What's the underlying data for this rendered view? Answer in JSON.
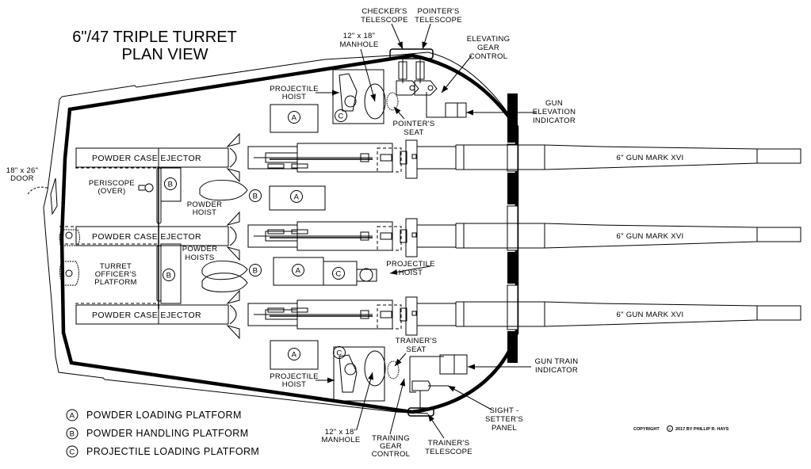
{
  "title": {
    "line1": "6\"/47 TRIPLE TURRET",
    "line2": "PLAN VIEW"
  },
  "colors": {
    "ink": "#000000",
    "background": "#ffffff"
  },
  "guns": [
    {
      "label": "6\" GUN MARK XVI"
    },
    {
      "label": "6\" GUN MARK XVI"
    },
    {
      "label": "6\" GUN MARK XVI"
    }
  ],
  "ejectors": [
    {
      "label": "POWDER CASE EJECTOR"
    },
    {
      "label": "POWDER CASE EJECTOR"
    },
    {
      "label": "POWDER CASE EJECTOR"
    }
  ],
  "callouts": {
    "checkers_telescope": [
      "CHECKER'S",
      "TELESCOPE"
    ],
    "pointers_telescope": [
      "POINTER'S",
      "TELESCOPE"
    ],
    "manhole_top": [
      "12\" x 18\"",
      "MANHOLE"
    ],
    "elevating_gear_control": [
      "ELEVATING",
      "GEAR",
      "CONTROL"
    ],
    "projectile_hoist_top": [
      "PROJECTILE",
      "HOIST"
    ],
    "gun_elevation_indicator": [
      "GUN",
      "ELEVATION",
      "INDICATOR"
    ],
    "pointers_seat": [
      "POINTER'S",
      "SEAT"
    ],
    "door": [
      "18\" x 26\"",
      "DOOR"
    ],
    "periscope": [
      "PERISCOPE",
      "(OVER)"
    ],
    "powder_hoist": [
      "POWDER",
      "HOIST"
    ],
    "powder_hoists": [
      "POWDER",
      "HOISTS"
    ],
    "turret_officers_platform": [
      "TURRET",
      "OFFICER'S",
      "PLATFORM"
    ],
    "projectile_hoist_mid": [
      "PROJECTILE",
      "HOIST"
    ],
    "trainers_seat": [
      "TRAINER'S",
      "SEAT"
    ],
    "gun_train_indicator": [
      "GUN TRAIN",
      "INDICATOR"
    ],
    "projectile_hoist_bottom": [
      "PROJECTILE",
      "HOIST"
    ],
    "sight_setters_panel": [
      "SIGHT -",
      "SETTER'S",
      "PANEL"
    ],
    "manhole_bottom": [
      "12\" x 18\"",
      "MANHOLE"
    ],
    "training_gear_control": [
      "TRAINING",
      "GEAR",
      "CONTROL"
    ],
    "trainers_telescope": [
      "TRAINER'S",
      "TELESCOPE"
    ]
  },
  "platform_markers": {
    "A": "A",
    "B": "B",
    "C": "C"
  },
  "legend": [
    {
      "key": "A",
      "label": "POWDER LOADING PLATFORM"
    },
    {
      "key": "B",
      "label": "POWDER HANDLING PLATFORM"
    },
    {
      "key": "C",
      "label": "PROJECTILE LOADING PLATFORM"
    }
  ],
  "copyright": {
    "prefix": "COPYRIGHT",
    "symbol": "C",
    "suffix": "2017 BY PHILLIP R. HAYS"
  }
}
